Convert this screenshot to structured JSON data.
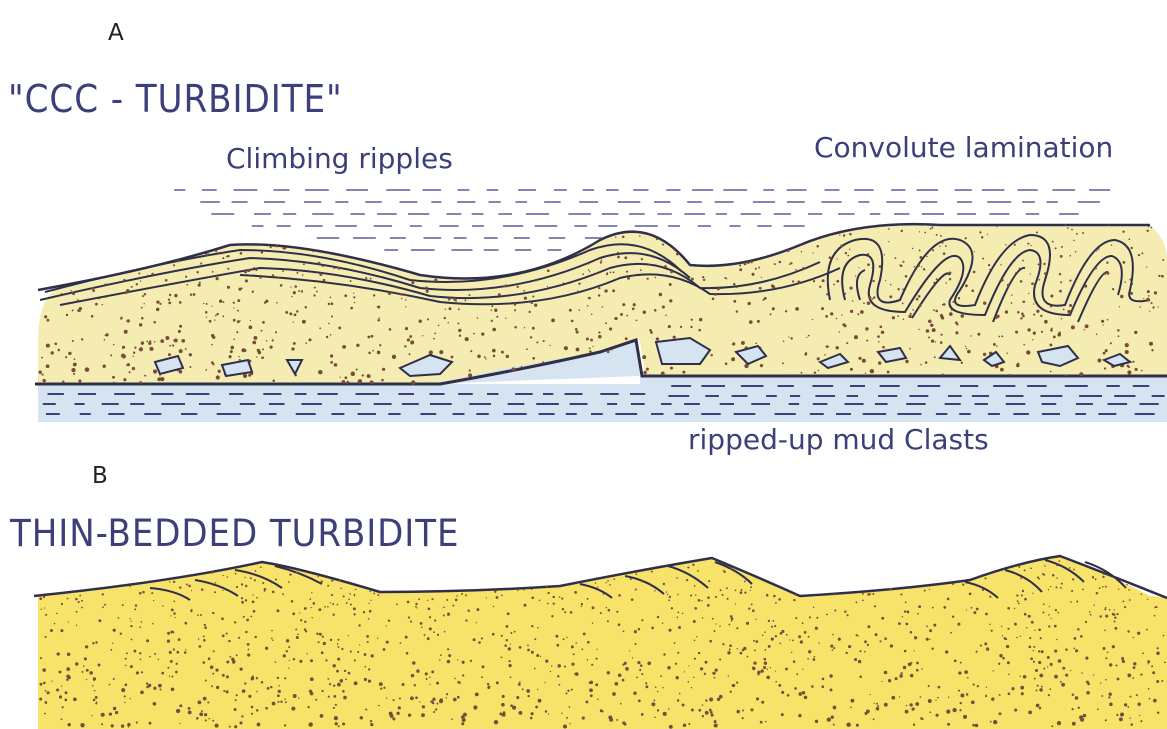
{
  "panel_a": {
    "letter": "A",
    "title": "\"CCC - TURBIDITE\"",
    "labels": {
      "climbing_ripples": "Climbing ripples",
      "convolute_lamination": "Convolute lamination",
      "mud_clasts": "ripped-up mud Clasts"
    }
  },
  "panel_b": {
    "letter": "B",
    "title": "THIN-BEDDED TURBIDITE"
  },
  "colors": {
    "sand_pale": "#f4ecb1",
    "sand_bright": "#f7e36a",
    "mud": "#d6e3f1",
    "ink": "#3c3f7a",
    "outline": "#2f2f4a",
    "dots": "#7a4a3a"
  }
}
